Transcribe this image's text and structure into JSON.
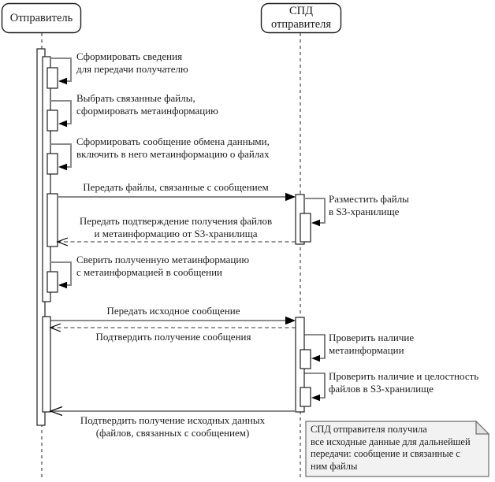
{
  "actors": [
    {
      "id": "sender",
      "label": "Отправитель"
    },
    {
      "id": "spd",
      "label": "СПД\nотправителя"
    }
  ],
  "messages": {
    "m1": {
      "type": "self",
      "actor": "sender",
      "label": "Сформировать сведения\nдля передачи получателю"
    },
    "m2": {
      "type": "self",
      "actor": "sender",
      "label": "Выбрать связанные файлы,\nсформировать метаинформацию"
    },
    "m3": {
      "type": "self",
      "actor": "sender",
      "label": "Сформировать сообщение обмена данными,\nвключить в него метаинформацию о файлах"
    },
    "m4": {
      "type": "solid",
      "from": "sender",
      "to": "spd",
      "label": "Передать файлы, связанные с сообщением"
    },
    "m5": {
      "type": "self",
      "actor": "spd",
      "label": "Разместить файлы\nв S3-хранилище"
    },
    "m6": {
      "type": "dashed-return",
      "from": "spd",
      "to": "sender",
      "label": "Передать подтверждение получения файлов\nи метаинформацию от S3-хранилища"
    },
    "m7": {
      "type": "self",
      "actor": "sender",
      "label": "Сверить полученную метаинформацию\nс метаинформацией в сообщении"
    },
    "m8": {
      "type": "solid",
      "from": "sender",
      "to": "spd",
      "label": "Передать исходное сообщение"
    },
    "m9": {
      "type": "dashed-return",
      "from": "spd",
      "to": "sender",
      "label": "Подтвердить получение сообщения"
    },
    "m10": {
      "type": "self",
      "actor": "spd",
      "label": "Проверить наличие\nметаинформации"
    },
    "m11": {
      "type": "self",
      "actor": "spd",
      "label": "Проверить наличие и целостность\nфайлов в S3-хранилище"
    },
    "m12": {
      "type": "solid-open",
      "from": "spd",
      "to": "sender",
      "label": "Подтвердить получение исходных данных\n(файлов, связанных с сообщением)"
    }
  },
  "note": {
    "text": "СПД отправителя получила\nвсе исходные данные для дальнейшей\nпередачи: сообщение и связанные с\nним файлы"
  },
  "colors": {
    "message_gray": "#8a8a8a",
    "message_black": "#1a1a1a",
    "note_background": "#f2f2f2",
    "shape_fill": "#ffffff",
    "stroke": "#1f1f1f"
  }
}
